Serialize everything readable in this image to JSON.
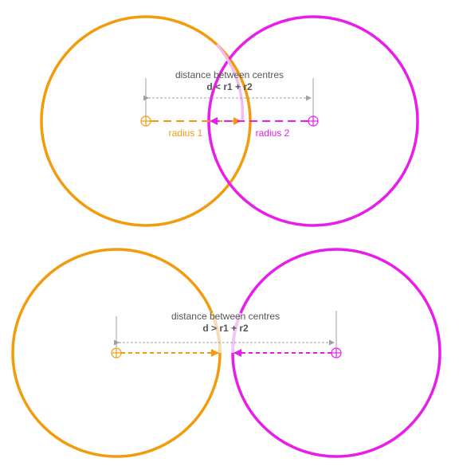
{
  "colors": {
    "circle_1": "#F29B0C",
    "circle_2": "#E81CEB",
    "dimension_line": "#A0A0A0",
    "text": "#555555"
  },
  "diagram_top": {
    "caption": "distance between centres",
    "condition": "d < r1 + r2",
    "radius_1_label": "radius 1",
    "radius_2_label": "radius 2"
  },
  "diagram_bottom": {
    "caption": "distance between centres",
    "condition": "d > r1 + r2"
  }
}
